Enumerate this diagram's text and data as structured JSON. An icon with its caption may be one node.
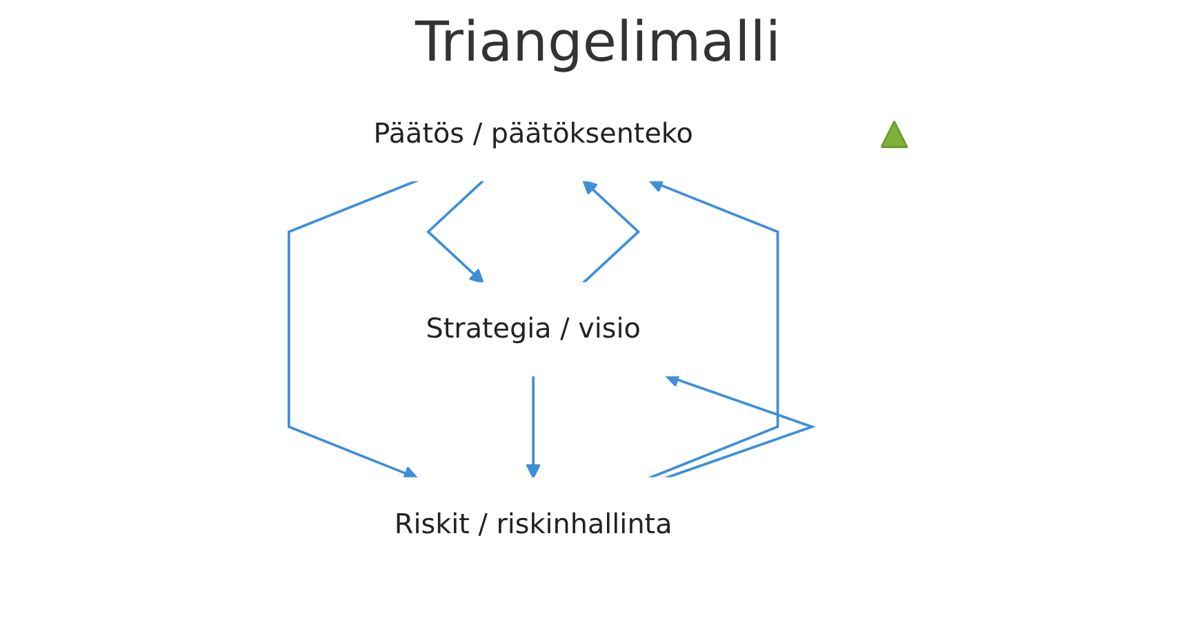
{
  "diagram": {
    "title": "Triangelimalli",
    "nodes": [
      {
        "text": [
          "Päätös / päätöksenteko"
        ]
      },
      {
        "text": [
          "Strategia / visio"
        ]
      },
      {
        "text": [
          "Riskit / riskinhallinta"
        ]
      },
      {
        "text": [],
        "shape": "triangle"
      }
    ],
    "edges": [
      {
        "from": 0,
        "to": 1,
        "arrow": "to"
      },
      {
        "from": 1,
        "to": 0,
        "arrow": "to"
      },
      {
        "from": 0,
        "to": 2,
        "arrow": "to"
      },
      {
        "from": 2,
        "to": 0,
        "arrow": "to"
      },
      {
        "from": 1,
        "to": 2,
        "arrow": "to"
      },
      {
        "from": 2,
        "to": 1,
        "arrow": "to"
      }
    ]
  }
}
